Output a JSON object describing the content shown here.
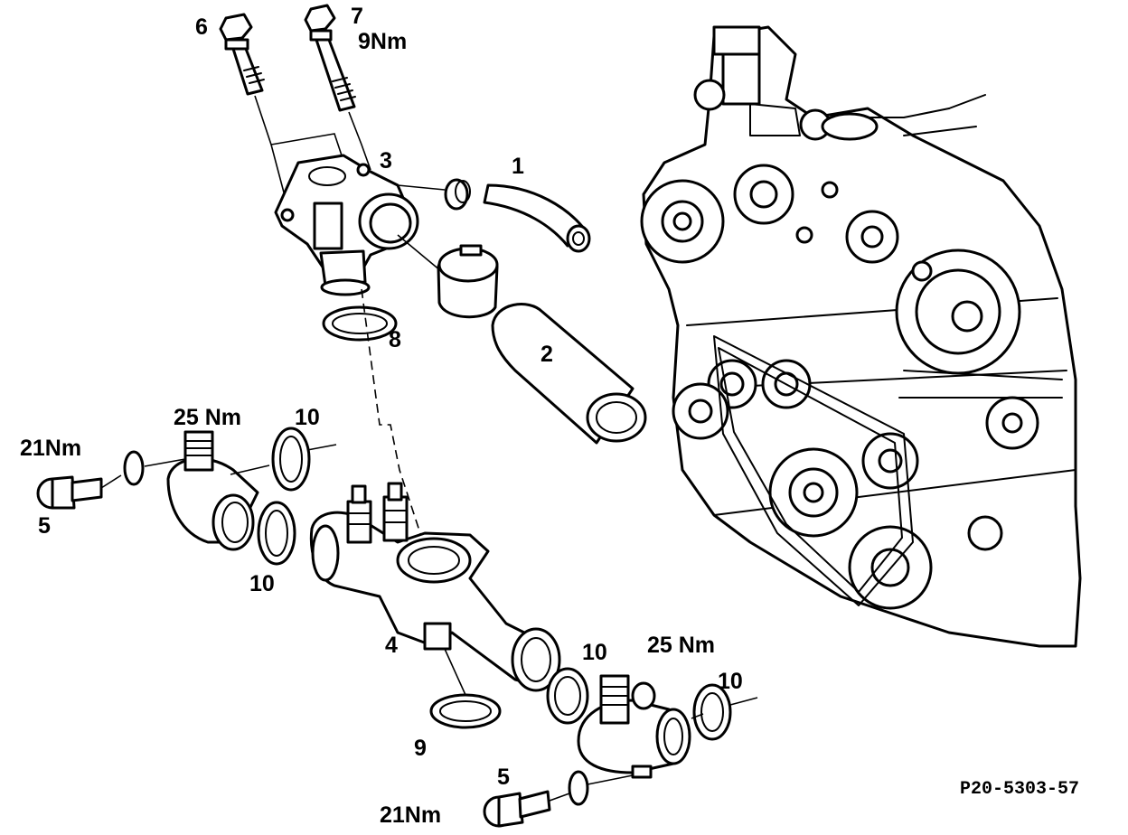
{
  "callouts": {
    "part_1": "1",
    "part_2": "2",
    "part_3": "3",
    "part_4": "4",
    "part_5_left": "5",
    "part_5_bottom": "5",
    "part_6": "6",
    "part_7": "7",
    "part_8": "8",
    "part_9": "9",
    "part_10_upper_left": "10",
    "part_10_lower_left": "10",
    "part_10_middle": "10",
    "part_10_right": "10"
  },
  "torques": {
    "bolt_7": "9Nm",
    "screw_left": "21Nm",
    "union_left": "25 Nm",
    "union_right": "25 Nm",
    "screw_bottom": "21Nm"
  },
  "figure_ref": "P20-5303-57",
  "colors": {
    "line": "#000000",
    "background": "#ffffff"
  }
}
